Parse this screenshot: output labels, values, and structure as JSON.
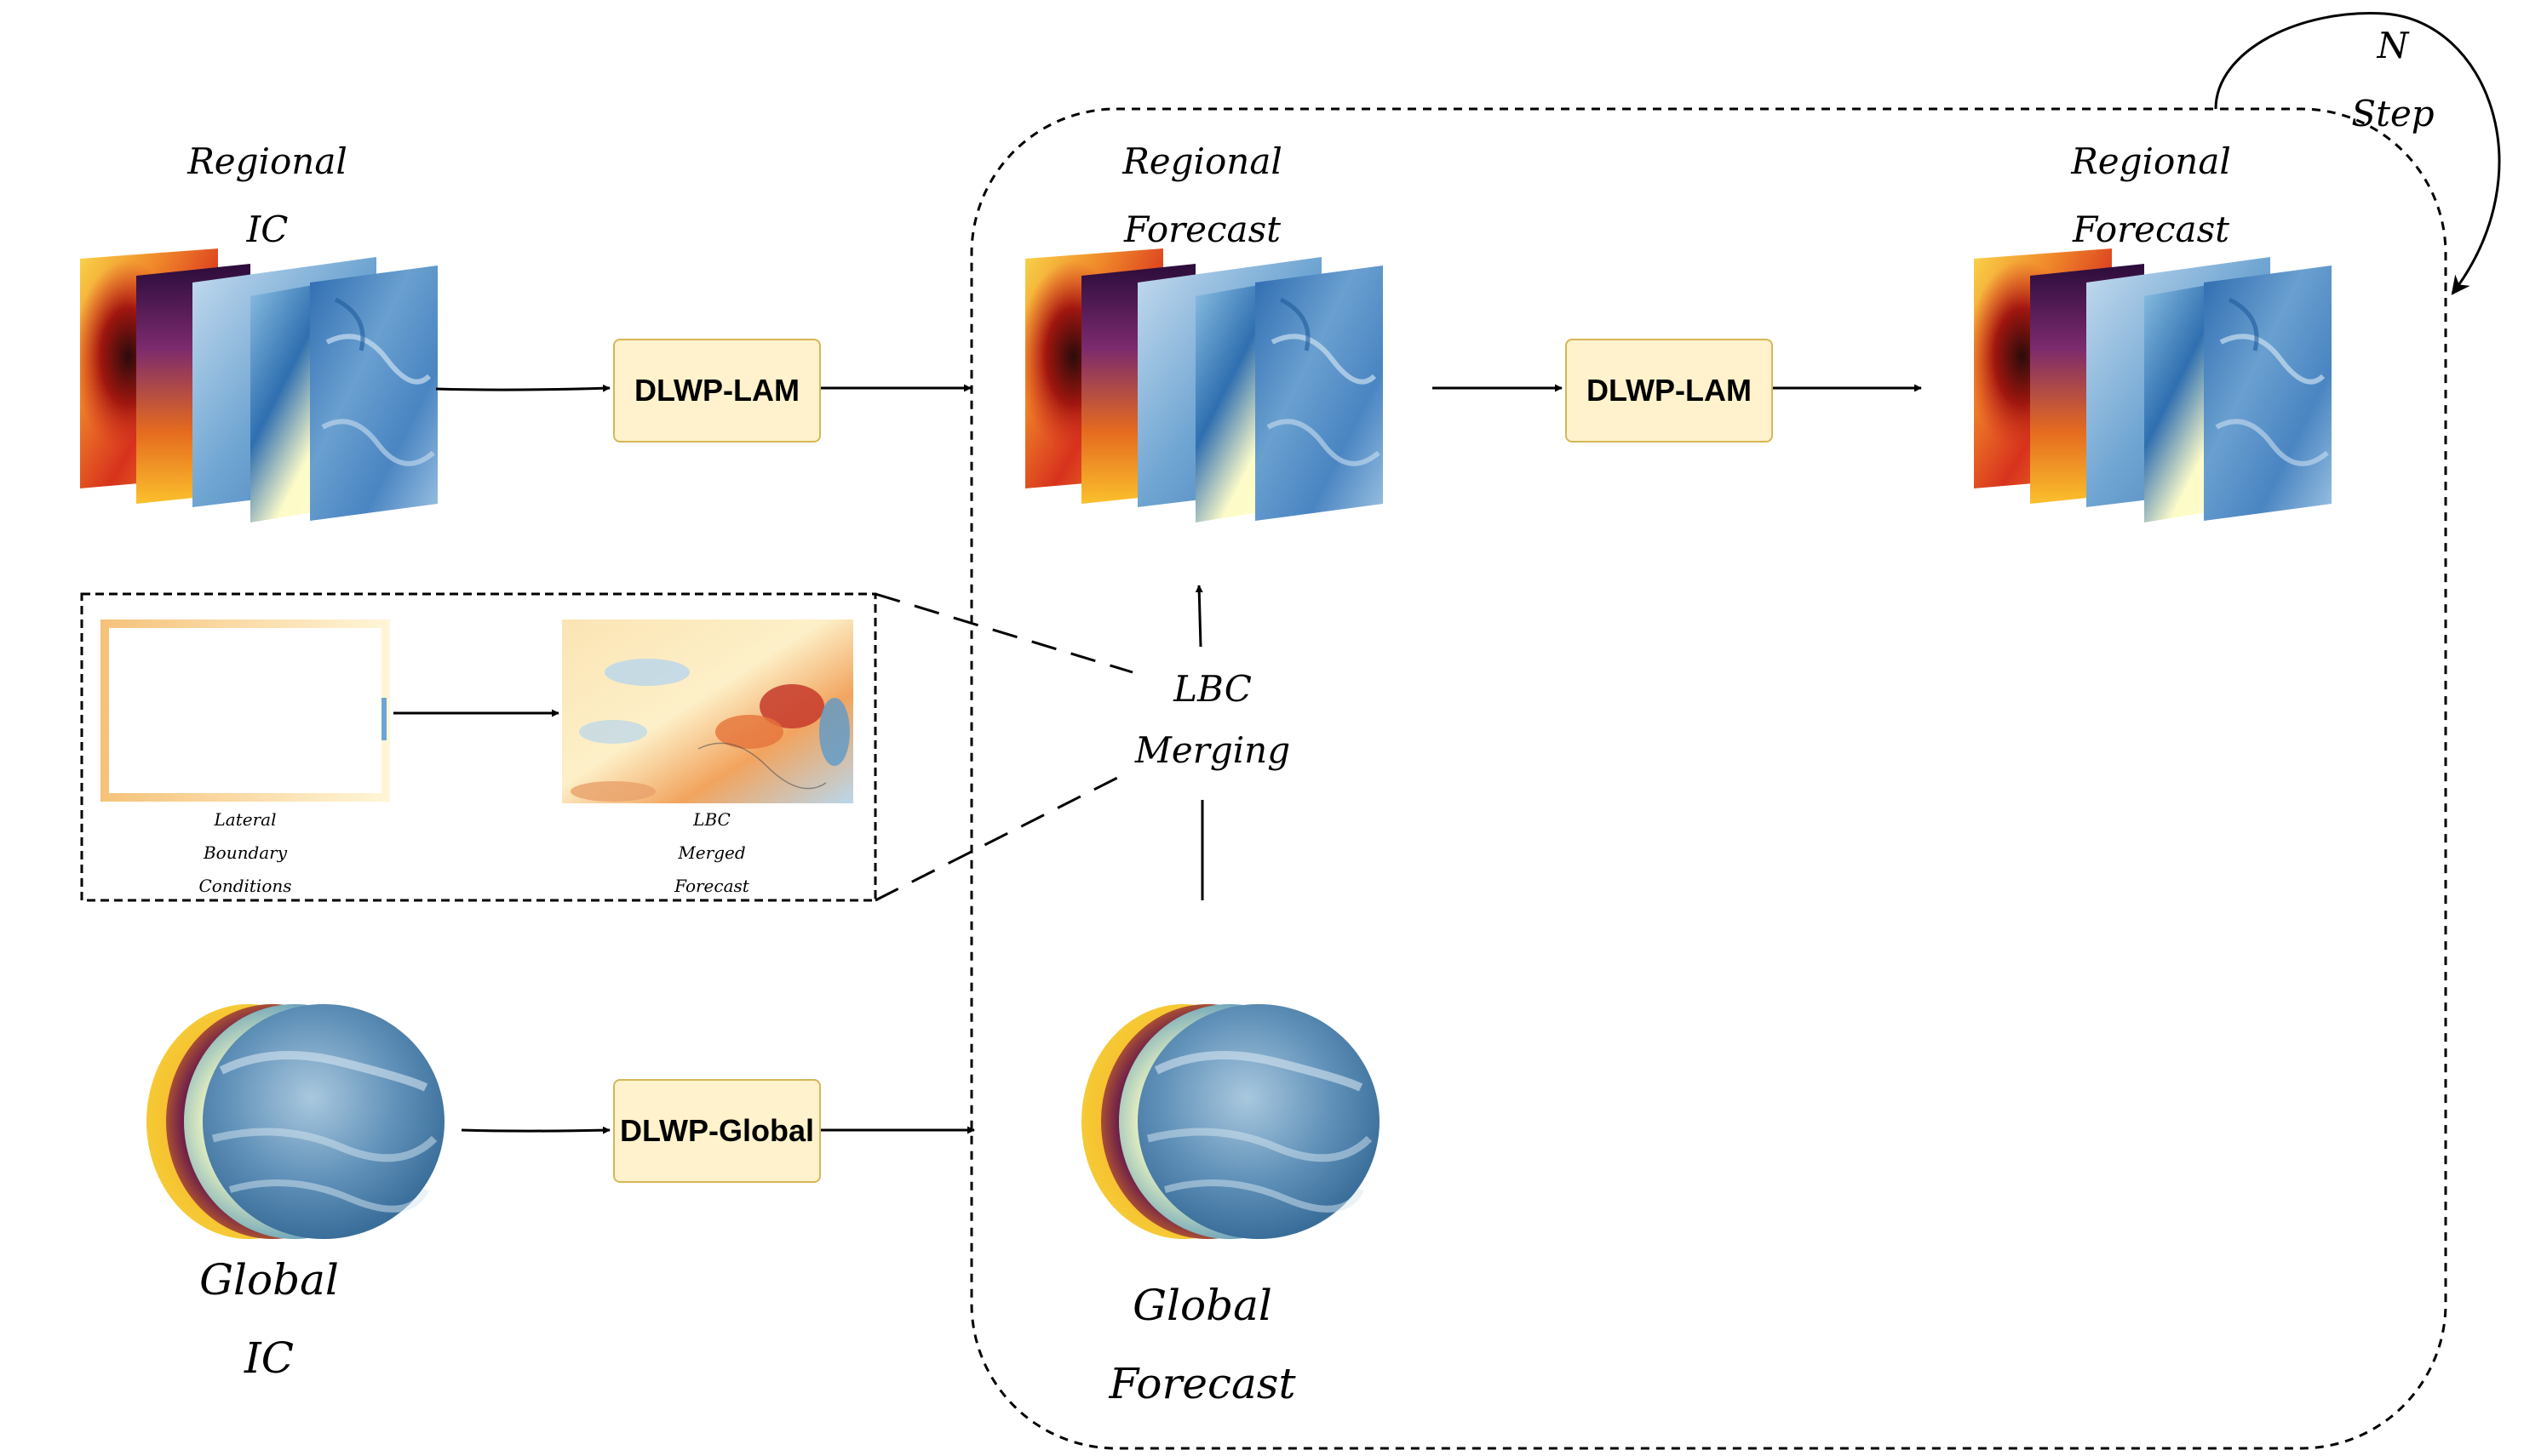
{
  "labels": {
    "regional_ic": [
      "Regional",
      "IC"
    ],
    "regional_forecast_1": [
      "Regional",
      "Forecast"
    ],
    "regional_forecast_2": [
      "Regional",
      "Forecast"
    ],
    "n_step": [
      "N",
      "Step"
    ],
    "lbc_merging": [
      "LBC",
      "Merging"
    ],
    "lateral_boundary": [
      "Lateral",
      "Boundary",
      "Conditions"
    ],
    "lbc_merged": [
      "LBC",
      "Merged",
      "Forecast"
    ],
    "global_ic": [
      "Global",
      "IC"
    ],
    "global_forecast": [
      "Global",
      "Forecast"
    ]
  },
  "models": {
    "lam_1": "DLWP-LAM",
    "lam_2": "DLWP-LAM",
    "global": "DLWP-Global"
  },
  "colors": {
    "box_fill": "#fff2cc",
    "box_border": "#d6b656",
    "line": "#000000"
  }
}
